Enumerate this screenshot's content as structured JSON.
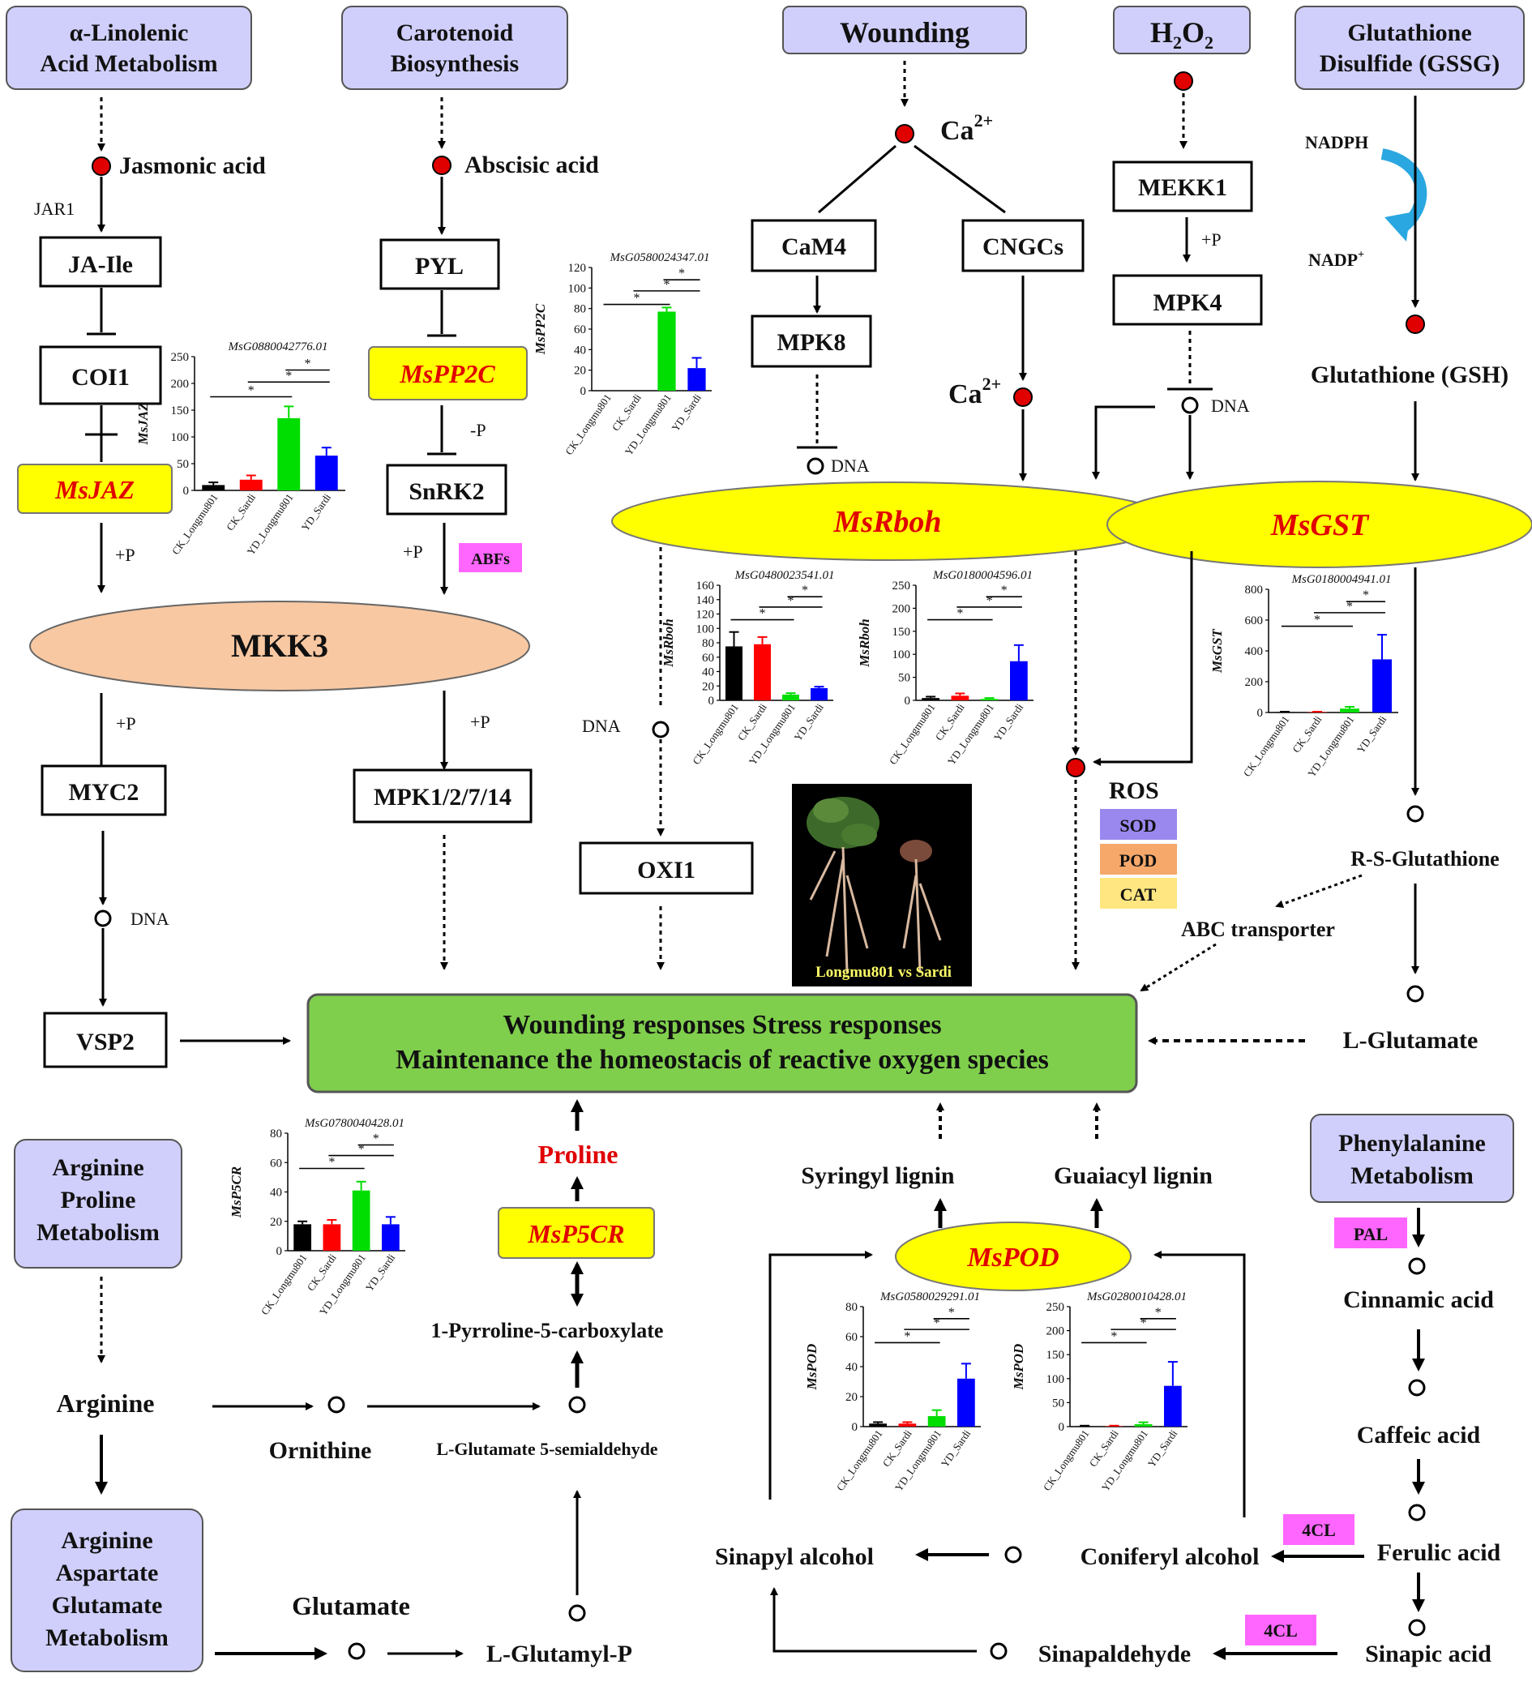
{
  "colors": {
    "lavender": "#d0cffb",
    "yellow": "#ffff00",
    "peach": "#f8c8a2",
    "green": "#7fcf4c",
    "magenta": "#ff66ff",
    "sod": "#9a88ee",
    "pod": "#f6a86a",
    "cat": "#ffe680",
    "red_dot": "#e00000",
    "arrow_blue": "#2aa7e0",
    "bar_colors": [
      "#000000",
      "#ff0000",
      "#00dd00",
      "#0000ff"
    ]
  },
  "pathways": {
    "alpha_linolenic": [
      "α-Linolenic",
      "Acid Metabolism"
    ],
    "carotenoid": [
      "Carotenoid",
      "Biosynthesis"
    ],
    "wounding": "Wounding",
    "h2o2": "H2O2",
    "gssg": [
      "Glutathione",
      "Disulfide (GSSG)"
    ],
    "arginine_proline": [
      "Arginine",
      "Proline",
      "Metabolism"
    ],
    "arg_asp_glu": [
      "Arginine",
      "Aspartate",
      "Glutamate",
      "Metabolism"
    ],
    "phenylalanine": [
      "Phenylalanine",
      "Metabolism"
    ]
  },
  "nodes": {
    "jasmonic_acid": "Jasmonic acid",
    "jar1": "JAR1",
    "ja_ile": "JA-Ile",
    "coi1": "COI1",
    "msjaz": "MsJAZ",
    "mkk3": "MKK3",
    "myc2": "MYC2",
    "vsp2": "VSP2",
    "abscisic_acid": "Abscisic acid",
    "pyl": "PYL",
    "mspp2c": "MsPP2C",
    "snrk2": "SnRK2",
    "abfs": "ABFs",
    "mpk1": "MPK1/2/7/14",
    "ca": "Ca",
    "ca_sup": "2+",
    "cam4": "CaM4",
    "mpk8": "MPK8",
    "cngcs": "CNGCs",
    "mekk1": "MEKK1",
    "mpk4": "MPK4",
    "msrboh": "MsRboh",
    "msgst": "MsGST",
    "oxi1": "OXI1",
    "ros": "ROS",
    "sod": "SOD",
    "pod": "POD",
    "cat": "CAT",
    "nadph": "NADPH",
    "nadp": "NADP",
    "nadp_sup": "+",
    "gsh": "Glutathione (GSH)",
    "rs_glutathione": "R-S-Glutathione",
    "abc_transporter": "ABC transporter",
    "l_glutamate": "L-Glutamate",
    "proline": "Proline",
    "msp5cr": "MsP5CR",
    "p5c": "1-Pyrroline-5-carboxylate",
    "arginine": "Arginine",
    "ornithine": "Ornithine",
    "glu_semialdehyde": "L-Glutamate 5-semialdehyde",
    "glutamate": "Glutamate",
    "l_glutamyl_p": "L-Glutamyl-P",
    "syringyl": "Syringyl lignin",
    "guaiacyl": "Guaiacyl lignin",
    "mspod": "MsPOD",
    "pal": "PAL",
    "cinnamic": "Cinnamic acid",
    "caffeic": "Caffeic acid",
    "ferulic": "Ferulic acid",
    "coniferyl": "Coniferyl alcohol",
    "sinapyl": "Sinapyl alcohol",
    "sinapaldehyde": "Sinapaldehyde",
    "sinapic": "Sinapic acid",
    "cl4_a": "4CL",
    "cl4_b": "4CL",
    "dna": "DNA",
    "plus_p": "+P",
    "minus_p": "-P",
    "photo_caption": "Longmu801 vs Sardi"
  },
  "response": {
    "line1": "Wounding responses Stress responses",
    "line2": "Maintenance the homeostacis of reactive oxygen species"
  },
  "chart_data": [
    {
      "type": "bar",
      "title": "MsG0880042776.01",
      "ylabel": "MsJAZ",
      "categories": [
        "CK_Longmu801",
        "CK_Sardi",
        "YD_Longmu801",
        "YD_Sardi"
      ],
      "values": [
        10,
        20,
        135,
        65
      ],
      "errors": [
        5,
        8,
        22,
        15
      ],
      "ylim": [
        0,
        250
      ],
      "ticks": [
        0,
        50,
        100,
        150,
        200,
        250
      ],
      "sig_label": "*"
    },
    {
      "type": "bar",
      "title": "MsG0580024347.01",
      "ylabel": "MsPP2C",
      "categories": [
        "CK_Longmu801",
        "CK_Sardi",
        "YD_Longmu801",
        "YD_Sardi"
      ],
      "values": [
        0,
        0,
        77,
        22
      ],
      "errors": [
        0,
        0,
        4,
        10
      ],
      "ylim": [
        0,
        120
      ],
      "ticks": [
        0,
        20,
        40,
        60,
        80,
        100,
        120
      ],
      "sig_label": "*"
    },
    {
      "type": "bar",
      "title": "MsG0480023541.01",
      "ylabel": "MsRboh",
      "categories": [
        "CK_Longmu801",
        "CK_Sardi",
        "YD_Longmu801",
        "YD_Sardi"
      ],
      "values": [
        75,
        78,
        8,
        17
      ],
      "errors": [
        20,
        10,
        2,
        2
      ],
      "ylim": [
        0,
        160
      ],
      "ticks": [
        0,
        20,
        40,
        60,
        80,
        100,
        120,
        140,
        160
      ],
      "sig_label": "*"
    },
    {
      "type": "bar",
      "title": "MsG0180004596.01",
      "ylabel": "MsRboh",
      "categories": [
        "CK_Longmu801",
        "CK_Sardi",
        "YD_Longmu801",
        "YD_Sardi"
      ],
      "values": [
        5,
        10,
        3,
        85
      ],
      "errors": [
        3,
        5,
        2,
        35
      ],
      "ylim": [
        0,
        250
      ],
      "ticks": [
        0,
        50,
        100,
        150,
        200,
        250
      ],
      "sig_label": "*"
    },
    {
      "type": "bar",
      "title": "MsG0180004941.01",
      "ylabel": "MsGST",
      "categories": [
        "CK_Longmu801",
        "CK_Sardi",
        "YD_Longmu801",
        "YD_Sardi"
      ],
      "values": [
        3,
        3,
        25,
        345
      ],
      "errors": [
        2,
        2,
        12,
        160
      ],
      "ylim": [
        0,
        800
      ],
      "ticks": [
        0,
        200,
        400,
        600,
        800
      ],
      "sig_label": "*"
    },
    {
      "type": "bar",
      "title": "MsG0780040428.01",
      "ylabel": "MsP5CR",
      "categories": [
        "CK_Longmu801",
        "CK_Sardi",
        "YD_Longmu801",
        "YD_Sardi"
      ],
      "values": [
        18,
        18,
        41,
        18
      ],
      "errors": [
        2,
        3,
        6,
        5
      ],
      "ylim": [
        0,
        80
      ],
      "ticks": [
        0,
        20,
        40,
        60,
        80
      ],
      "sig_label": "*"
    },
    {
      "type": "bar",
      "title": "MsG0580029291.01",
      "ylabel": "MsPOD",
      "categories": [
        "CK_Longmu801",
        "CK_Sardi",
        "YD_Longmu801",
        "YD_Sardi"
      ],
      "values": [
        2,
        2,
        7,
        32
      ],
      "errors": [
        1,
        1,
        4,
        10
      ],
      "ylim": [
        0,
        80
      ],
      "ticks": [
        0,
        20,
        40,
        60,
        80
      ],
      "sig_label": "*"
    },
    {
      "type": "bar",
      "title": "MsG0280010428.01",
      "ylabel": "MsPOD",
      "categories": [
        "CK_Longmu801",
        "CK_Sardi",
        "YD_Longmu801",
        "YD_Sardi"
      ],
      "values": [
        1,
        1,
        5,
        85
      ],
      "errors": [
        1,
        1,
        4,
        50
      ],
      "ylim": [
        0,
        250
      ],
      "ticks": [
        0,
        50,
        100,
        150,
        200,
        250
      ],
      "sig_label": "*"
    }
  ]
}
